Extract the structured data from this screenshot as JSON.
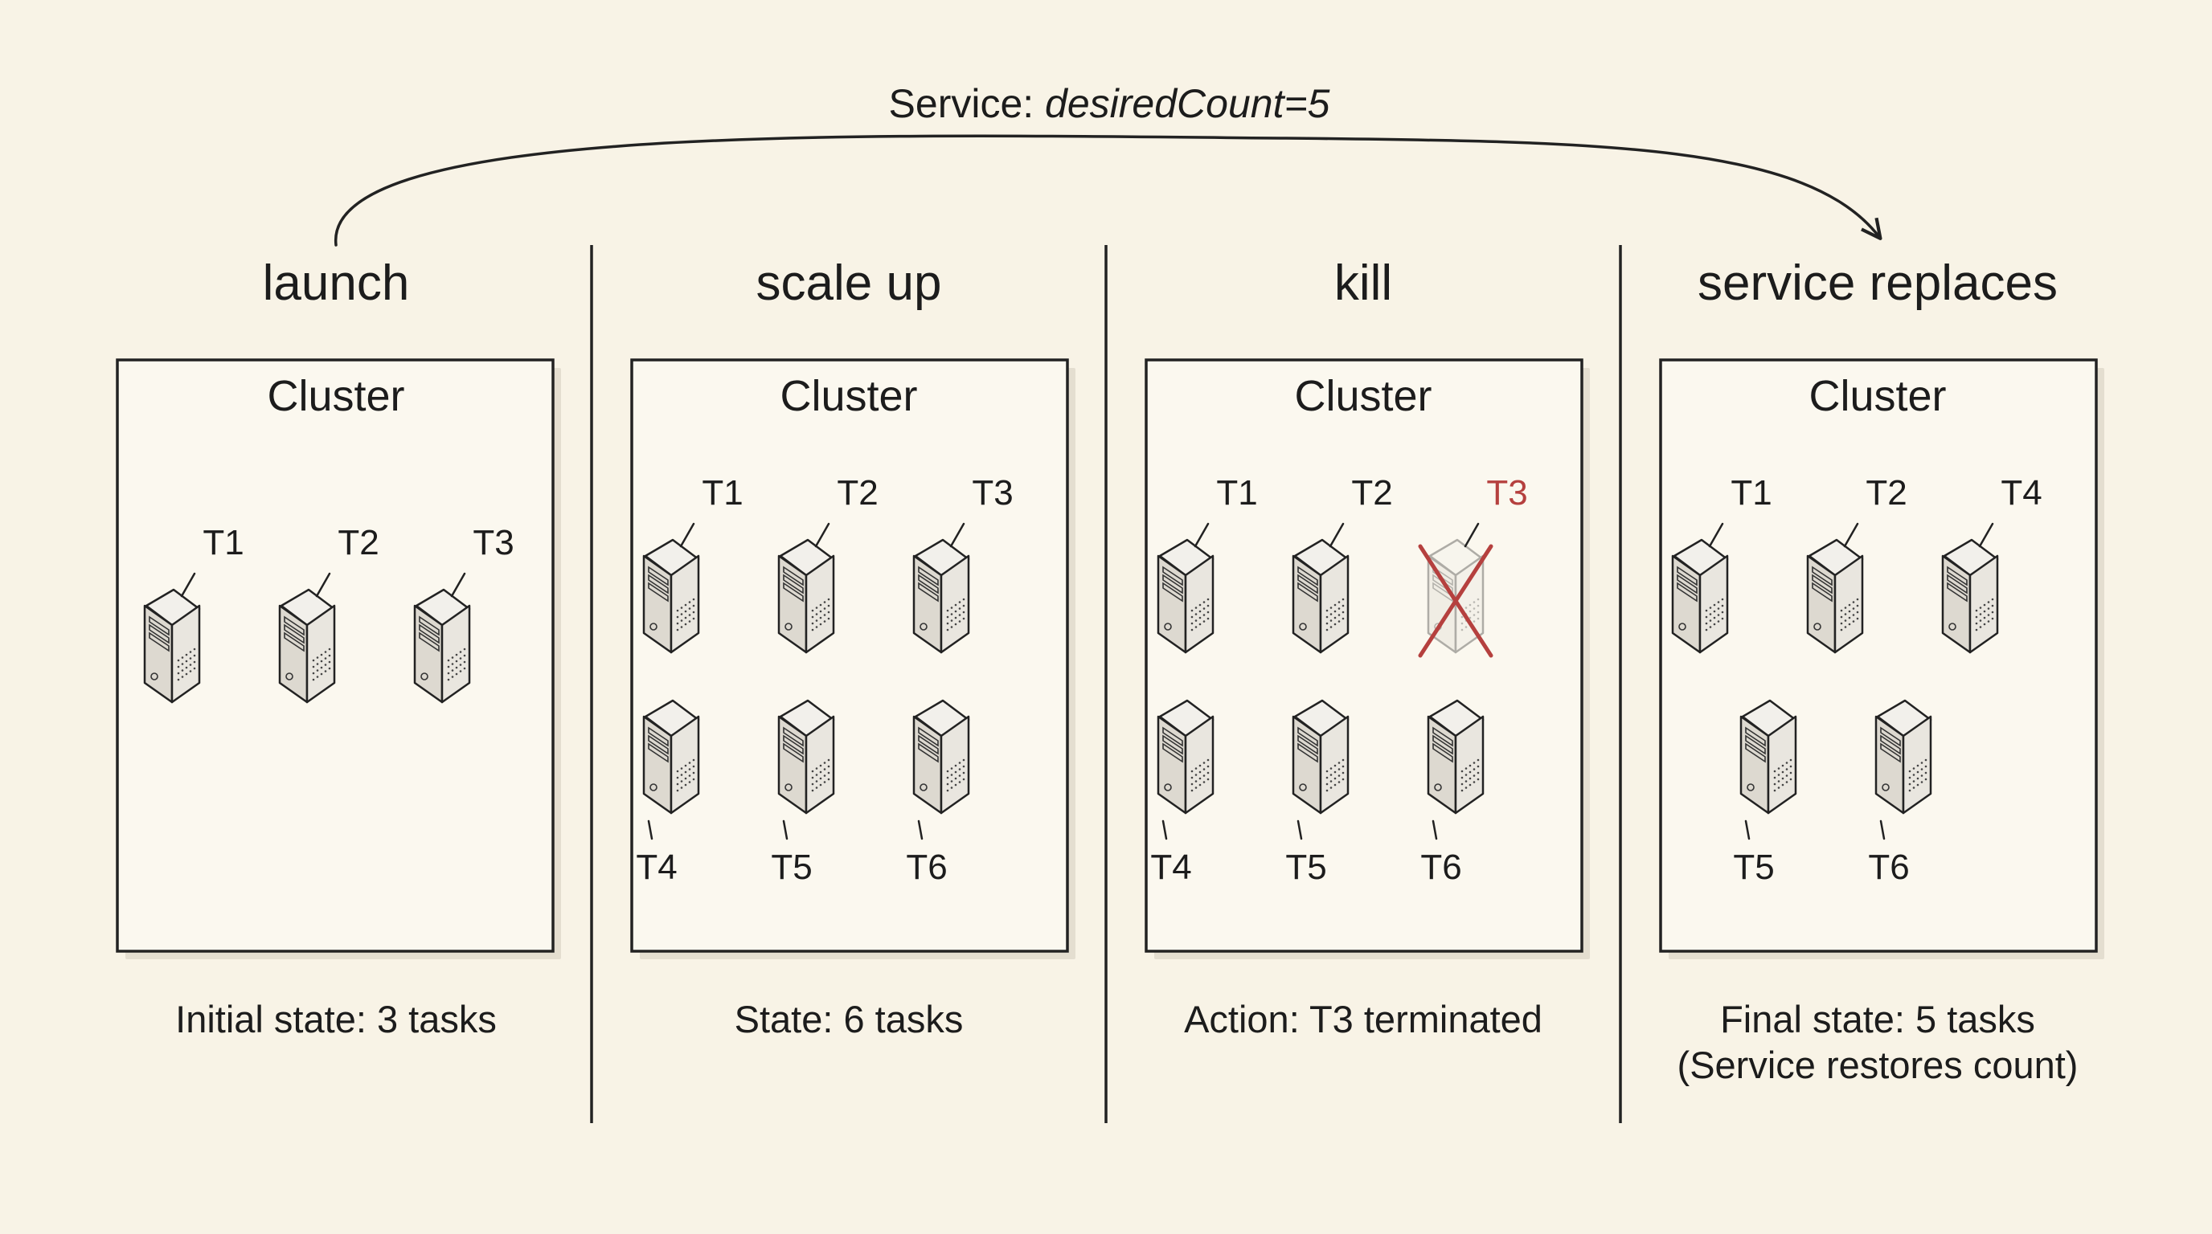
{
  "service": {
    "prefix": "Service: ",
    "expression": "desiredCount=5"
  },
  "colors": {
    "background": "#f8f3e6",
    "ink": "#1c1c1c",
    "killed": "#b5403e",
    "server_body": "#e4e0d8"
  },
  "stages": [
    {
      "title": "launch",
      "cluster_label": "Cluster",
      "caption": [
        "Initial state: 3 tasks"
      ],
      "tasks": [
        {
          "label": "T1",
          "status": "running"
        },
        {
          "label": "T2",
          "status": "running"
        },
        {
          "label": "T3",
          "status": "running"
        }
      ]
    },
    {
      "title": "scale up",
      "cluster_label": "Cluster",
      "caption": [
        "State: 6 tasks"
      ],
      "tasks": [
        {
          "label": "T1",
          "status": "running"
        },
        {
          "label": "T2",
          "status": "running"
        },
        {
          "label": "T3",
          "status": "running"
        },
        {
          "label": "T4",
          "status": "running"
        },
        {
          "label": "T5",
          "status": "running"
        },
        {
          "label": "T6",
          "status": "running"
        }
      ]
    },
    {
      "title": "kill",
      "cluster_label": "Cluster",
      "caption": [
        "Action: T3 terminated"
      ],
      "tasks": [
        {
          "label": "T1",
          "status": "running"
        },
        {
          "label": "T2",
          "status": "running"
        },
        {
          "label": "T3",
          "status": "terminated"
        },
        {
          "label": "T4",
          "status": "running"
        },
        {
          "label": "T5",
          "status": "running"
        },
        {
          "label": "T6",
          "status": "running"
        }
      ]
    },
    {
      "title": "service replaces",
      "cluster_label": "Cluster",
      "caption": [
        "Final state: 5 tasks",
        "(Service restores count)"
      ],
      "tasks": [
        {
          "label": "T1",
          "status": "running"
        },
        {
          "label": "T2",
          "status": "running"
        },
        {
          "label": "T4",
          "status": "running"
        },
        {
          "label": "T5",
          "status": "running"
        },
        {
          "label": "T6",
          "status": "running"
        }
      ]
    }
  ]
}
